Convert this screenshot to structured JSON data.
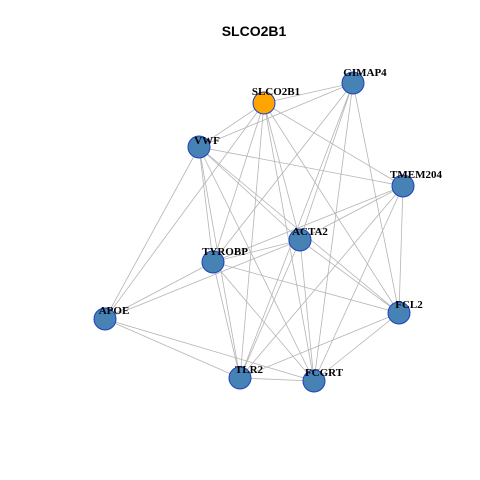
{
  "title": "SLCO2B1",
  "colors": {
    "focus_node": "#FFA500",
    "node": "#4682B4",
    "node_border": "#1F3FBF",
    "edge": "#B4B4B4"
  },
  "nodes": [
    {
      "id": "SLCO2B1",
      "label": "SLCO2B1",
      "focus": true
    },
    {
      "id": "GIMAP4",
      "label": "GIMAP4",
      "focus": false
    },
    {
      "id": "VWF",
      "label": "VWF",
      "focus": false
    },
    {
      "id": "TMEM204",
      "label": "TMEM204",
      "focus": false
    },
    {
      "id": "ACTA2",
      "label": "ACTA2",
      "focus": false
    },
    {
      "id": "TYROBP",
      "label": "TYROBP",
      "focus": false
    },
    {
      "id": "APOE",
      "label": "APOE",
      "focus": false
    },
    {
      "id": "FCL2",
      "label": "FCL2",
      "focus": false
    },
    {
      "id": "TLR2",
      "label": "TLR2",
      "focus": false
    },
    {
      "id": "FCGRT",
      "label": "FCGRT",
      "focus": false
    }
  ],
  "edges": [
    [
      "SLCO2B1",
      "GIMAP4"
    ],
    [
      "SLCO2B1",
      "VWF"
    ],
    [
      "SLCO2B1",
      "TMEM204"
    ],
    [
      "SLCO2B1",
      "ACTA2"
    ],
    [
      "SLCO2B1",
      "TYROBP"
    ],
    [
      "SLCO2B1",
      "FCL2"
    ],
    [
      "SLCO2B1",
      "TLR2"
    ],
    [
      "SLCO2B1",
      "FCGRT"
    ],
    [
      "SLCO2B1",
      "APOE"
    ],
    [
      "GIMAP4",
      "VWF"
    ],
    [
      "GIMAP4",
      "ACTA2"
    ],
    [
      "GIMAP4",
      "TYROBP"
    ],
    [
      "GIMAP4",
      "FCL2"
    ],
    [
      "GIMAP4",
      "TLR2"
    ],
    [
      "GIMAP4",
      "FCGRT"
    ],
    [
      "VWF",
      "TMEM204"
    ],
    [
      "VWF",
      "ACTA2"
    ],
    [
      "VWF",
      "TYROBP"
    ],
    [
      "VWF",
      "APOE"
    ],
    [
      "VWF",
      "FCL2"
    ],
    [
      "VWF",
      "TLR2"
    ],
    [
      "VWF",
      "FCGRT"
    ],
    [
      "TMEM204",
      "ACTA2"
    ],
    [
      "TMEM204",
      "TYROBP"
    ],
    [
      "TMEM204",
      "FCL2"
    ],
    [
      "TMEM204",
      "TLR2"
    ],
    [
      "TMEM204",
      "FCGRT"
    ],
    [
      "ACTA2",
      "TYROBP"
    ],
    [
      "ACTA2",
      "APOE"
    ],
    [
      "ACTA2",
      "FCL2"
    ],
    [
      "ACTA2",
      "TLR2"
    ],
    [
      "ACTA2",
      "FCGRT"
    ],
    [
      "TYROBP",
      "APOE"
    ],
    [
      "TYROBP",
      "FCL2"
    ],
    [
      "TYROBP",
      "TLR2"
    ],
    [
      "TYROBP",
      "FCGRT"
    ],
    [
      "APOE",
      "TLR2"
    ],
    [
      "APOE",
      "FCGRT"
    ],
    [
      "FCL2",
      "TLR2"
    ],
    [
      "FCL2",
      "FCGRT"
    ],
    [
      "TLR2",
      "FCGRT"
    ]
  ]
}
